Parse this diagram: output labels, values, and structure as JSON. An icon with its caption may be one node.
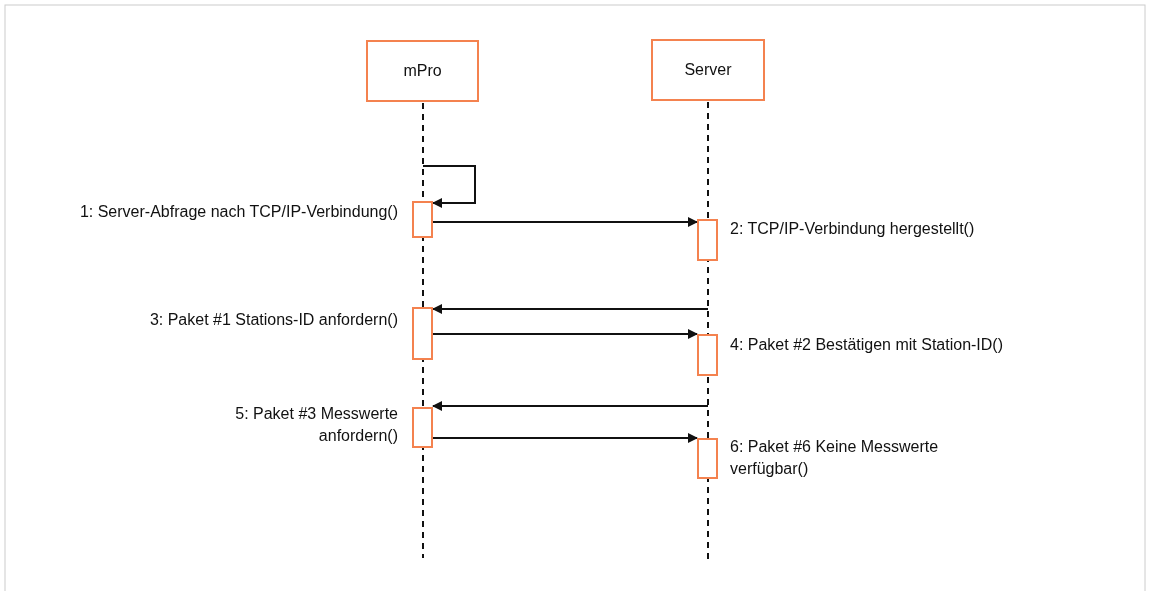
{
  "diagram": {
    "nodes": [
      {
        "text": [
          "mPro"
        ]
      },
      {
        "text": [
          "Server"
        ]
      },
      {
        "text": [],
        "shape": "bar",
        "beside": [
          "1: Server-Abfrage nach TCP/IP-Verbindung()"
        ]
      },
      {
        "text": [],
        "shape": "bar",
        "beside": [
          "2: TCP/IP-Verbindung hergestellt()"
        ]
      },
      {
        "text": [],
        "shape": "bar",
        "beside": [
          "3: Paket #1 Stations-ID anfordern()"
        ]
      },
      {
        "text": [],
        "shape": "bar",
        "beside": [
          "4: Paket #2 Bestätigen mit Station-ID()"
        ]
      },
      {
        "text": [],
        "shape": "bar",
        "beside": [
          "5: Paket #3 Messwerte anfordern()"
        ]
      },
      {
        "text": [],
        "shape": "bar",
        "beside": [
          "6: Paket #6 Keine Messwerte verfügbar()"
        ]
      }
    ],
    "edges": [
      {
        "from": null,
        "to": 2,
        "arrow": "to"
      },
      {
        "from": 2,
        "to": 3,
        "arrow": "to"
      },
      {
        "from": null,
        "to": 4,
        "arrow": "to"
      },
      {
        "from": 4,
        "to": 5,
        "arrow": "to"
      },
      {
        "from": null,
        "to": 6,
        "arrow": "to"
      },
      {
        "from": 6,
        "to": 7,
        "arrow": "to"
      }
    ]
  }
}
